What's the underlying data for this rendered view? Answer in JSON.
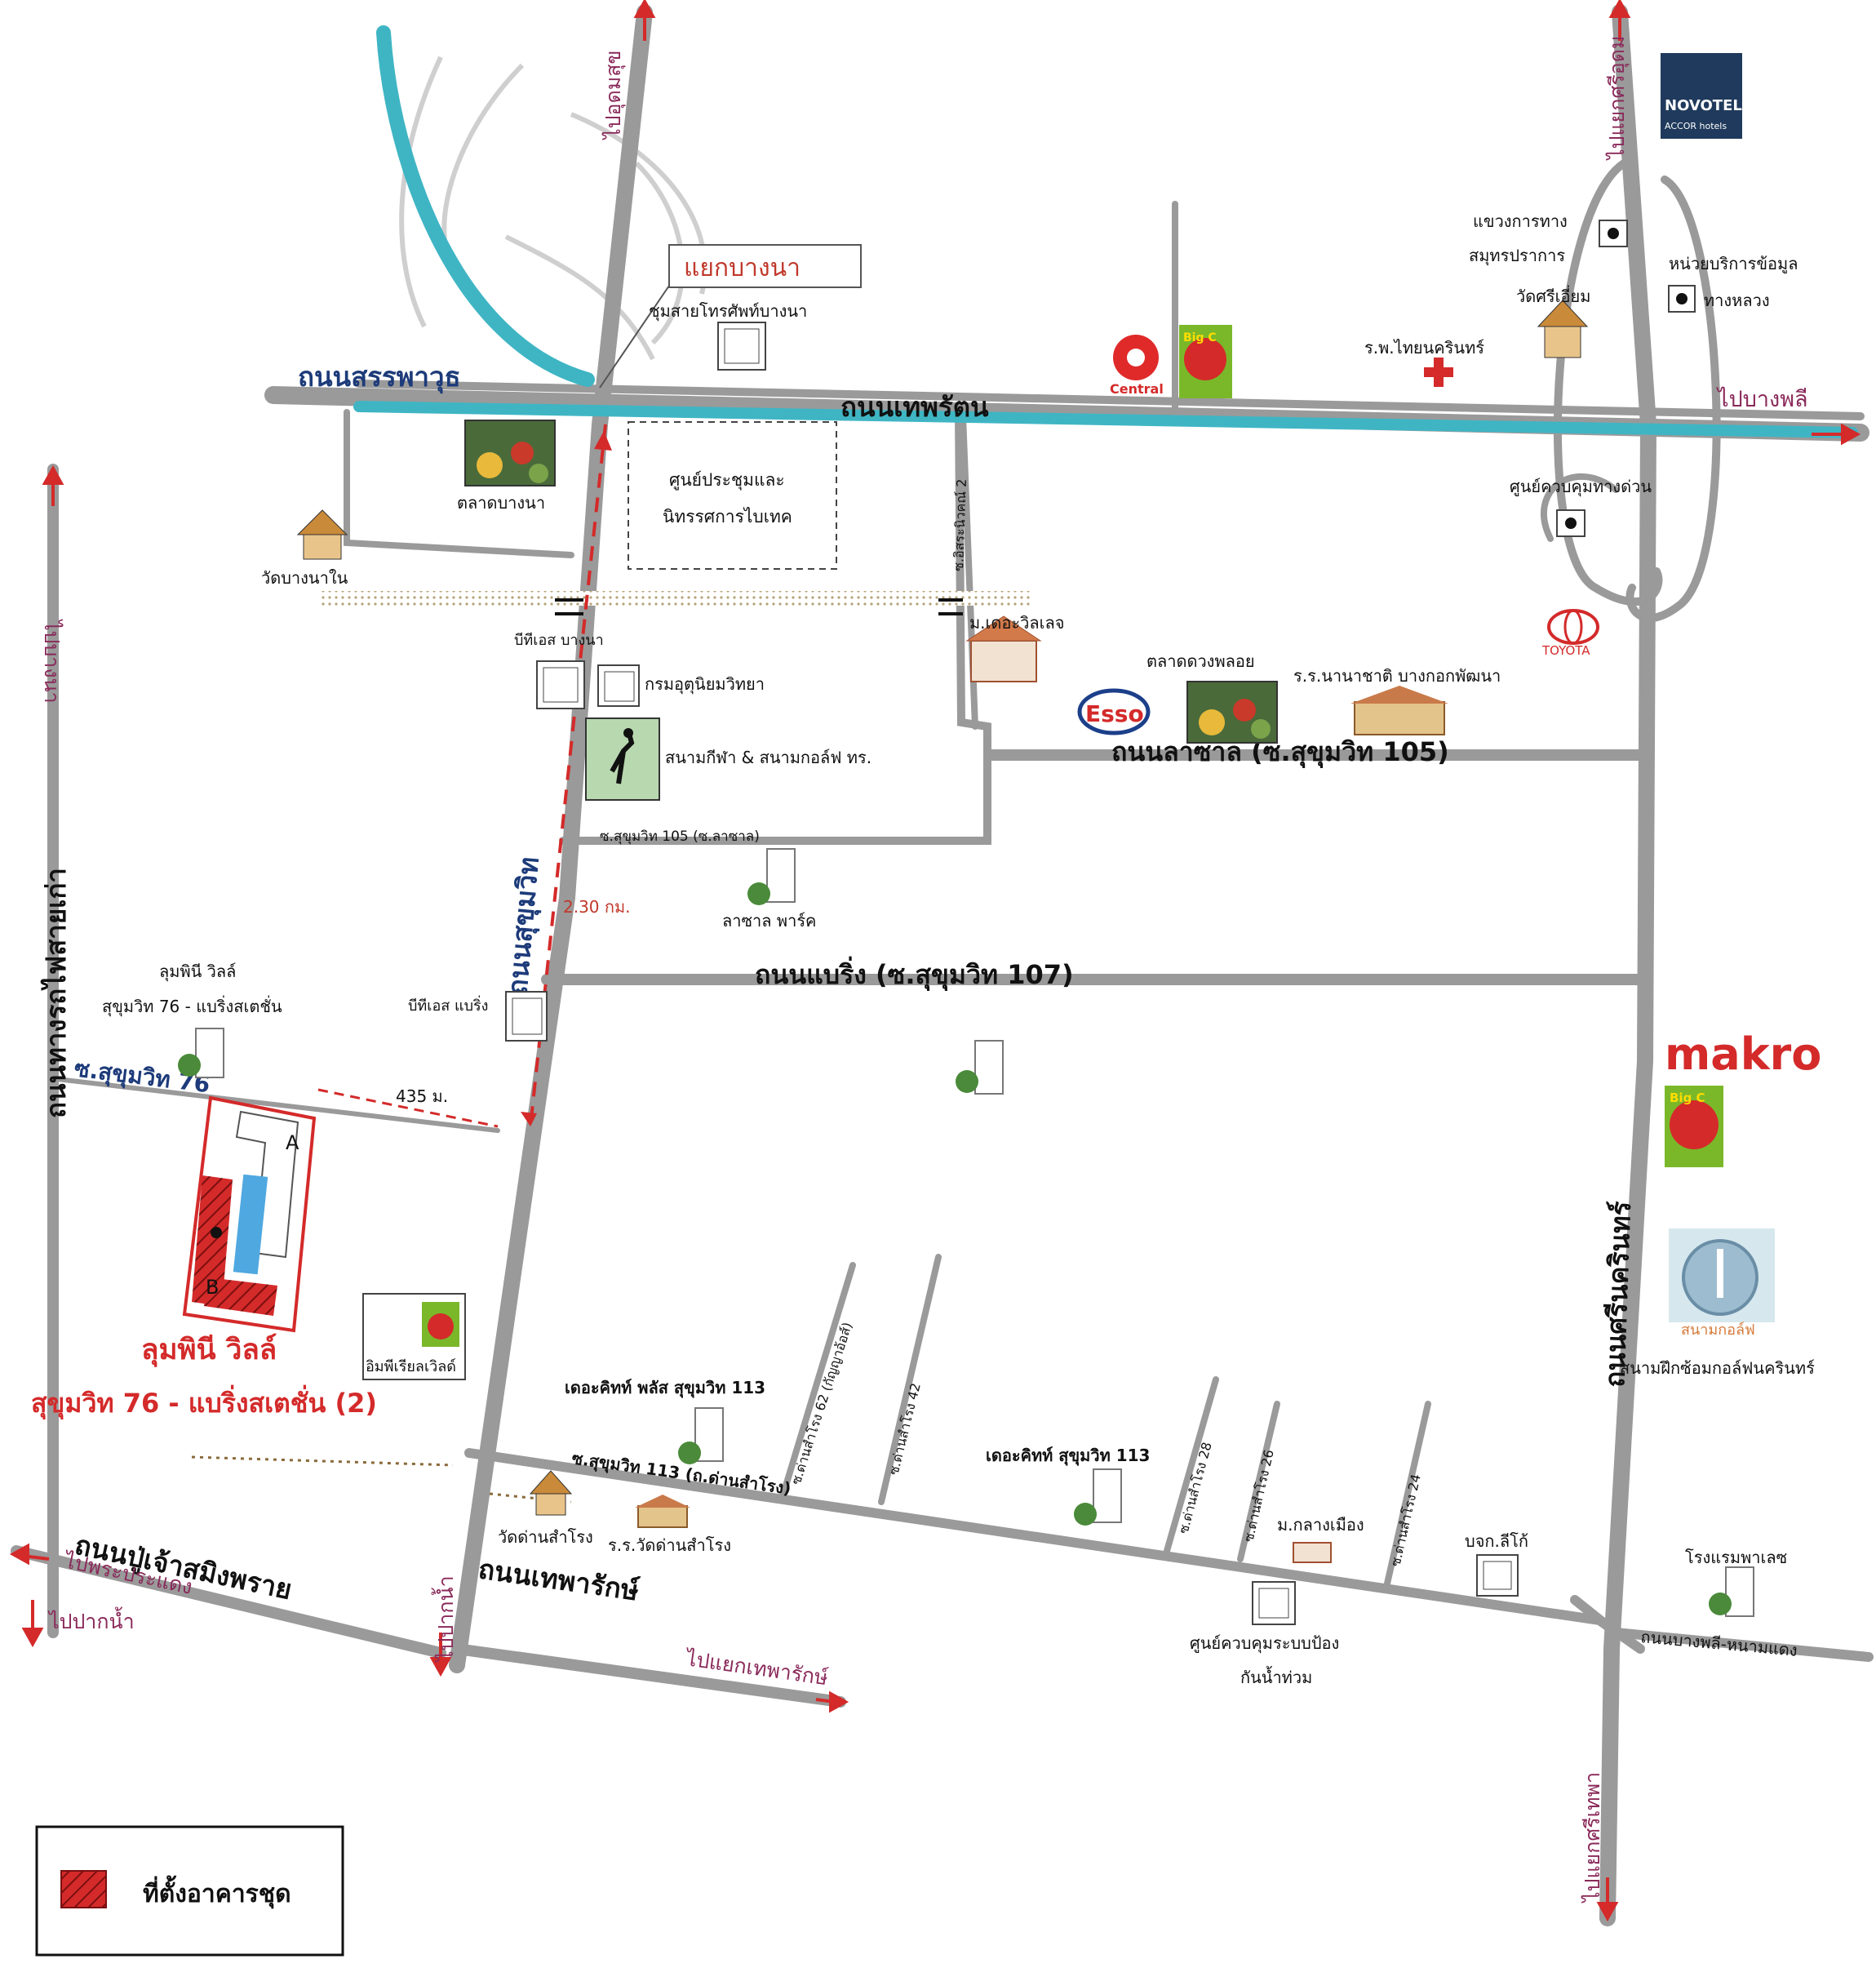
{
  "junction_callout": "แยกบางนา",
  "roads": {
    "sanphawut": "ถนนสรรพาวุธ",
    "thepharat": "ถนนเทพรัตน",
    "sukhumvit": "ถนนสุขุมวิท",
    "lasalle": "ถนนลาซาล (ซ.สุขุมวิท 105)",
    "bearing": "ถนนแบริ่ง (ซ.สุขุมวิท 107)",
    "srinakarin": "ถนนศรีนครินทร์",
    "old_railway": "ถนนทางรถไฟสายเก่า",
    "pu_chao": "ถนนปู่เจ้าสมิงพราย",
    "theparak": "ถนนเทพารักษ์",
    "soi76": "ซ.สุขุมวิท 76",
    "soi105": "ซ.สุขุมวิท 105 (ซ.ลาซาล)",
    "soi113": "ซ.สุขุมวิท 113 (ถ.ด่านสำโรง)",
    "bangphli_nongmaengdaeng": "ถนนบางพลี-หนามแดง",
    "soi_ch2": "ซ.อิสระนิวคณ์ 2",
    "soi_ds62": "ซ.ด่านสำโรง 62 (กัญญาอ้อส์)",
    "soi_ds42": "ซ.ด่านสำโรง 42",
    "soi_ds28": "ซ.ด่านสำโรง 28",
    "soi_ds26": "ซ.ด่านสำโรง 26",
    "soi_ds24": "ซ.ด่านสำโรง 24"
  },
  "directions": {
    "to_udomsuk": "ไปอุดมสุข",
    "to_srinakarin_top": "ไปแยกศรีอุดม",
    "to_bangphli": "ไปบางพลี",
    "to_bangna": "ไปบางนา",
    "to_phrapradaeng": "ไปพระประแดง",
    "to_paknam_left": "ไปปากน้ำ",
    "to_paknam": "ไปปากน้ำ",
    "to_theparak": "ไปแยกเทพารักษ์",
    "to_srithepha": "ไปแยกศรีเทพา"
  },
  "places": {
    "telephone": "ชุมสายโทรศัพท์บางนา",
    "convention": [
      "ศูนย์ประชุมและ",
      "นิทรรศการไบเทค"
    ],
    "bangna_market": "ตลาดบางนา",
    "wat_bangna_nai": "วัดบางนาใน",
    "bts_bangna": "บีทีเอส บางนา",
    "dept_met": "กรมอุตุนิยมวิทยา",
    "golf_field": "สนามกีฬา & สนามกอล์ฟ ทร.",
    "village_villagio": "ม.เดอะวิลเลจ",
    "duang_ploy_market": "ตลาดดวงพลอย",
    "intl_school": "ร.ร.นานาชาติ บางกอกพัฒนา",
    "lasalle_park": "ลาซาล พาร์ค",
    "bts_bearing": "บีทีเอส แบริ่ง",
    "lumpini_small": [
      "ลุมพินี วิลล์",
      "สุขุมวิท 76 - แบริ่งสเตชั่น"
    ],
    "imperial": "อิมพีเรียลเวิลด์",
    "the_kith_plus": "เดอะคิทท์ พลัส สุขุมวิท 113",
    "the_kith": "เดอะคิทท์ สุขุมวิท 113",
    "wat_dansamrong": "วัดด่านสำโรง",
    "school_dansamrong": "ร.ร.วัดด่านสำโรง",
    "klang_muang": "ม.กลางเมือง",
    "lico": "บจก.ลีโก้",
    "flood_center": [
      "ศูนย์ควบคุมระบบป้อง",
      "กันน้ำท่วม"
    ],
    "palace_hotel": "โรงแรมพาเลซ",
    "golf_range": "สนามฝึกซ้อมกอล์ฟนครินทร์",
    "golf_range_logo": "สนามกอล์ฟ",
    "highway_office": [
      "แขวงการทาง",
      "สมุทรปราการ"
    ],
    "wat_sri_iam": "วัดศรีเอี่ยม",
    "hospital": "ร.พ.ไทยนครินทร์",
    "highway_info": [
      "หน่วยบริการข้อมูล",
      "ทางหลวง"
    ],
    "expressway_center": "ศูนย์ควบคุมทางด่วน"
  },
  "brands": {
    "novotel": "NOVOTEL",
    "accor": "ACCOR hotels",
    "central": "Central",
    "bigc": "Big C",
    "esso": "Esso",
    "toyota": "TOYOTA",
    "makro": "makro"
  },
  "distances": {
    "bts_to_soi": "2.30 กม.",
    "soi76_to_sukhumvit": "435 ม."
  },
  "project": {
    "name": "ลุมพินี วิลล์",
    "subtitle": "สุขุมวิท 76 - แบริ่งสเตชั่น (2)",
    "building_a": "A",
    "building_b": "B"
  },
  "legend": {
    "label": "ที่ตั้งอาคารชุด"
  },
  "colors": {
    "road": "#9a9a9a",
    "expressway": "#3fb5c4",
    "route": "#d42a2a",
    "project": "#d42a2a",
    "direction_text": "#8a2a5a",
    "callout_text": "#c0392b"
  }
}
